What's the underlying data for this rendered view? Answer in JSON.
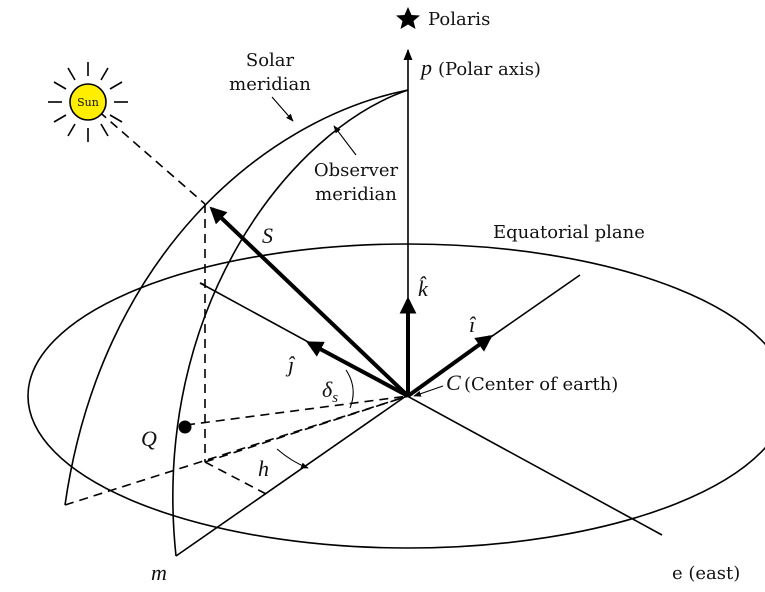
{
  "polaris": {
    "label": "Polaris",
    "icon": "star-icon"
  },
  "polar_axis": {
    "symbol": "p",
    "label": "(Polar axis)"
  },
  "solar_meridian": {
    "line1": "Solar",
    "line2": "meridian"
  },
  "observer_meridian": {
    "line1": "Observer",
    "line2": "meridian"
  },
  "sun": {
    "label": "Sun",
    "color": "#ffee00"
  },
  "vector_s": "S",
  "equatorial_plane": "Equatorial plane",
  "unit_k": "k̂",
  "unit_i": "î",
  "unit_j": "ĵ",
  "delta": {
    "symbol": "δ",
    "subscript": "s"
  },
  "center": {
    "symbol": "C",
    "label": "(Center of earth)"
  },
  "point_q": "Q",
  "angle_h": "h",
  "point_m": "m",
  "east": "e (east)"
}
